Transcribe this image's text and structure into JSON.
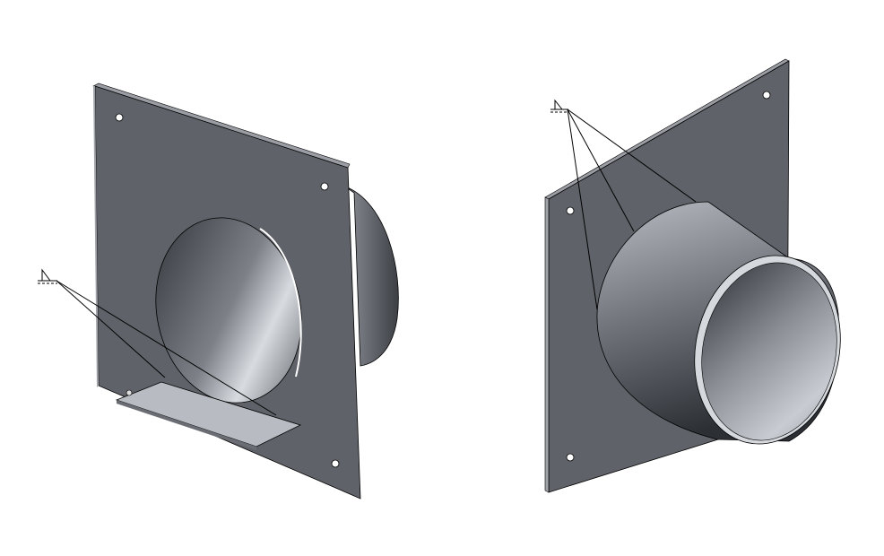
{
  "drawing": {
    "views": [
      {
        "part": "flange-plate-with-sleeve-rear-view",
        "weld_symbol": "fillet-weld-both-sides"
      },
      {
        "part": "flange-plate-with-sleeve-front-view",
        "weld_symbol": "fillet-weld-both-sides"
      }
    ],
    "colors": {
      "plate": "#5f6268",
      "plate_edge": "#9a9da3",
      "tube_light": "#c9ccd2",
      "tube_dark": "#3a3d43",
      "line": "#000000"
    }
  }
}
